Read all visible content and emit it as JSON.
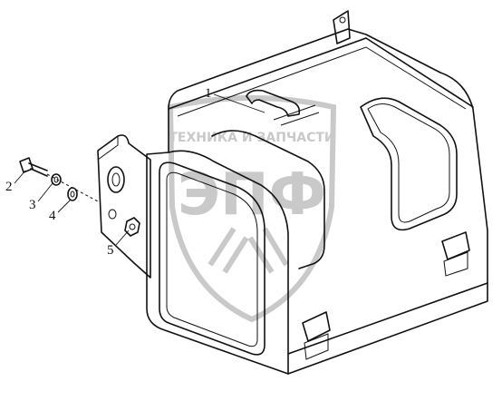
{
  "watermark": {
    "top_text": "ТЕХНИКА И ЗАПЧАСТИ",
    "logo_text": "ЭПФ"
  },
  "callouts": [
    {
      "label": "1"
    },
    {
      "label": "2"
    },
    {
      "label": "3"
    },
    {
      "label": "4"
    },
    {
      "label": "5"
    }
  ]
}
